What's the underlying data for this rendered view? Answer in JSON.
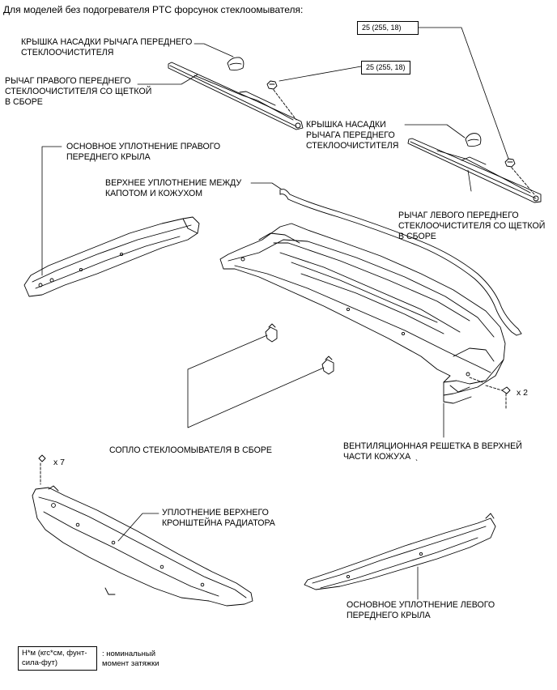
{
  "title": "Для моделей без подогревателя PTC форсунок стеклоомывателя:",
  "labels": {
    "cap_right": "КРЫШКА НАСАДКИ РЫЧАГА ПЕРЕДНЕГО\nСТЕКЛООЧИСТИТЕЛЯ",
    "arm_right": "РЫЧАГ ПРАВОГО ПЕРЕДНЕГО\nСТЕКЛООЧИСТИТЕЛЯ СО ЩЕТКОЙ\nВ СБОРЕ",
    "cap_left": "КРЫШКА НАСАДКИ\nРЫЧАГА ПЕРЕДНЕГО\nСТЕКЛООЧИСТИТЕЛЯ",
    "arm_left": "РЫЧАГ ЛЕВОГО ПЕРЕДНЕГО\nСТЕКЛООЧИСТИТЕЛЯ СО ЩЕТКОЙ\nВ СБОРЕ",
    "seal_right_fender": "ОСНОВНОЕ УПЛОТНЕНИЕ ПРАВОГО\nПЕРЕДНЕГО КРЫЛА",
    "hood_cowl_seal": "ВЕРХНЕЕ УПЛОТНЕНИЕ МЕЖДУ\nКАПОТОМ И КОЖУХОМ",
    "washer_nozzle": "СОПЛО СТЕКЛООМЫВАТЕЛЯ В СБОРЕ",
    "cowl_louver": "ВЕНТИЛЯЦИОННАЯ РЕШЕТКА В ВЕРХНЕЙ\nЧАСТИ КОЖУХА  ˎ",
    "radiator_seal": "УПЛОТНЕНИЕ ВЕРХНЕГО\nКРОНШТЕЙНА РАДИАТОРА",
    "seal_left_fender": "ОСНОВНОЕ УПЛОТНЕНИЕ ЛЕВОГО\nПЕРЕДНЕГО КРЫЛА"
  },
  "torque": {
    "right_nut": "25 (255, 18)",
    "left_nut": "25 (255, 18)"
  },
  "counts": {
    "louver_clips": "x 2",
    "radiator_clips": "x 7"
  },
  "legend": {
    "box": "Н*м (кгс*см, фунт-\nсила-фут)",
    "text": ": номинальный\nмомент затяжки"
  }
}
